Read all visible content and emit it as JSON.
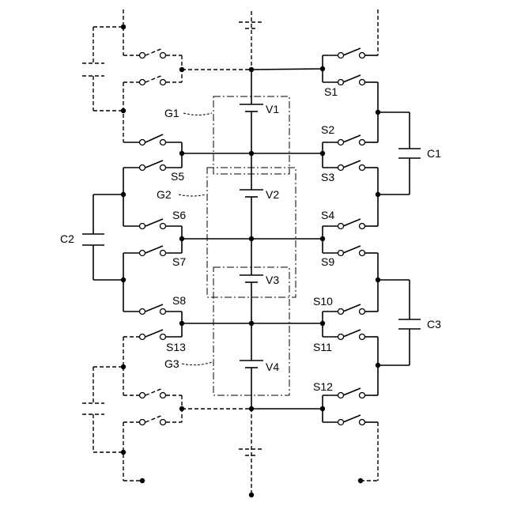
{
  "labels": {
    "s1": "S1",
    "s2": "S2",
    "s3": "S3",
    "s4": "S4",
    "s5": "S5",
    "s6": "S6",
    "s7": "S7",
    "s8": "S8",
    "s9": "S9",
    "s10": "S10",
    "s11": "S11",
    "s12": "S12",
    "s13": "S13",
    "c1": "C1",
    "c2": "C2",
    "c3": "C3",
    "v1": "V1",
    "v2": "V2",
    "v3": "V3",
    "v4": "V4",
    "g1": "G1",
    "g2": "G2",
    "g3": "G3"
  }
}
